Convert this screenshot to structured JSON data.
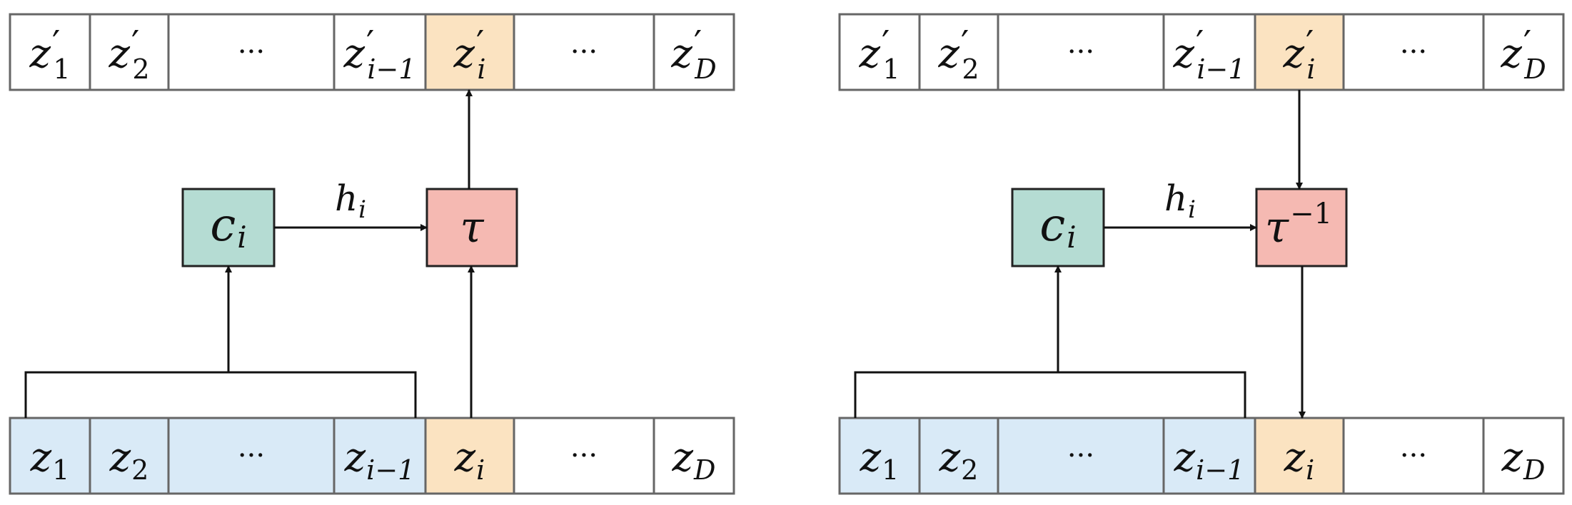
{
  "colors": {
    "white": "#ffffff",
    "context": "#d9eaf7",
    "current": "#fbe3c1",
    "conditioner": "#b5dcd3",
    "transform": "#f5b9b2",
    "border": "#666666"
  },
  "panels": [
    {
      "direction": "forward",
      "top_row": [
        {
          "base": "z",
          "prime": "′",
          "sub": "1",
          "fill": "white"
        },
        {
          "base": "z",
          "prime": "′",
          "sub": "2",
          "fill": "white"
        },
        {
          "dots": "···",
          "fill": "white"
        },
        {
          "base": "z",
          "prime": "′",
          "sub": "i−1",
          "fill": "white"
        },
        {
          "base": "z",
          "prime": "′",
          "sub": "i",
          "fill": "current"
        },
        {
          "dots": "···",
          "fill": "white"
        },
        {
          "base": "z",
          "prime": "′",
          "sub": "D",
          "fill": "white"
        }
      ],
      "bottom_row": [
        {
          "base": "z",
          "sub": "1",
          "fill": "context"
        },
        {
          "base": "z",
          "sub": "2",
          "fill": "context"
        },
        {
          "dots": "···",
          "fill": "context"
        },
        {
          "base": "z",
          "sub": "i−1",
          "fill": "context"
        },
        {
          "base": "z",
          "sub": "i",
          "fill": "current"
        },
        {
          "dots": "···",
          "fill": "white"
        },
        {
          "base": "z",
          "sub": "D",
          "fill": "white"
        }
      ],
      "conditioner": {
        "base": "c",
        "sub": "i"
      },
      "edge_label": {
        "base": "h",
        "sub": "i"
      },
      "transform": {
        "base": "τ",
        "sup": ""
      }
    },
    {
      "direction": "inverse",
      "top_row": [
        {
          "base": "z",
          "prime": "′",
          "sub": "1",
          "fill": "white"
        },
        {
          "base": "z",
          "prime": "′",
          "sub": "2",
          "fill": "white"
        },
        {
          "dots": "···",
          "fill": "white"
        },
        {
          "base": "z",
          "prime": "′",
          "sub": "i−1",
          "fill": "white"
        },
        {
          "base": "z",
          "prime": "′",
          "sub": "i",
          "fill": "current"
        },
        {
          "dots": "···",
          "fill": "white"
        },
        {
          "base": "z",
          "prime": "′",
          "sub": "D",
          "fill": "white"
        }
      ],
      "bottom_row": [
        {
          "base": "z",
          "sub": "1",
          "fill": "context"
        },
        {
          "base": "z",
          "sub": "2",
          "fill": "context"
        },
        {
          "dots": "···",
          "fill": "context"
        },
        {
          "base": "z",
          "sub": "i−1",
          "fill": "context"
        },
        {
          "base": "z",
          "sub": "i",
          "fill": "current"
        },
        {
          "dots": "···",
          "fill": "white"
        },
        {
          "base": "z",
          "sub": "D",
          "fill": "white"
        }
      ],
      "conditioner": {
        "base": "c",
        "sub": "i"
      },
      "edge_label": {
        "base": "h",
        "sub": "i"
      },
      "transform": {
        "base": "τ",
        "sup": "−1"
      }
    }
  ]
}
